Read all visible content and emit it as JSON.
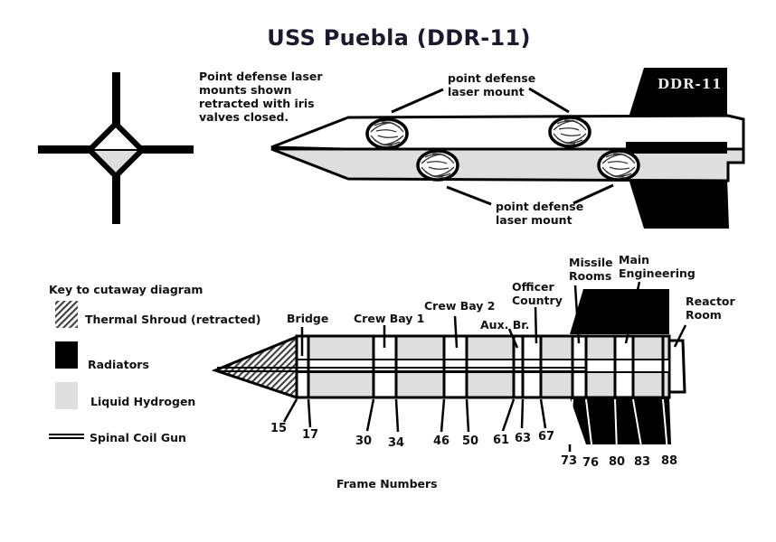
{
  "title": "USS Puebla (DDR-11)",
  "top_view": {
    "note": [
      "Point defense laser",
      "mounts shown",
      "retracted with iris",
      "valves closed."
    ],
    "hull_marking": "DDR-11",
    "callout_upper": [
      "point defense",
      "laser mount"
    ],
    "callout_lower": [
      "point defense",
      "laser mount"
    ]
  },
  "key": {
    "heading": "Key to cutaway diagram",
    "items": [
      {
        "label": "Thermal Shroud (retracted)",
        "swatch": "hatched"
      },
      {
        "label": "Radiators",
        "swatch": "black"
      },
      {
        "label": "Liquid Hydrogen",
        "swatch": "light-gray"
      },
      {
        "label": "Spinal Coil Gun",
        "swatch": "double-line"
      }
    ]
  },
  "sections": {
    "bridge": "Bridge",
    "crew_bay_1": "Crew Bay 1",
    "crew_bay_2": "Crew Bay 2",
    "aux_br": "Aux. Br.",
    "officer_country": [
      "Officer",
      "Country"
    ],
    "missile_rooms": [
      "Missile",
      "Rooms"
    ],
    "main_engineering": [
      "Main",
      "Engineering"
    ],
    "reactor_room": [
      "Reactor",
      "Room"
    ]
  },
  "frames": {
    "f15": "15",
    "f17": "17",
    "f30": "30",
    "f34": "34",
    "f46": "46",
    "f50": "50",
    "f61": "61",
    "f63": "63",
    "f67": "67",
    "f73": "73",
    "f76": "76",
    "f80": "80",
    "f83": "83",
    "f88": "88"
  },
  "frame_axis_label": "Frame Numbers",
  "colors": {
    "hydrogen": "#dedede",
    "radiator": "#000000",
    "title": "#1a1a2e"
  }
}
